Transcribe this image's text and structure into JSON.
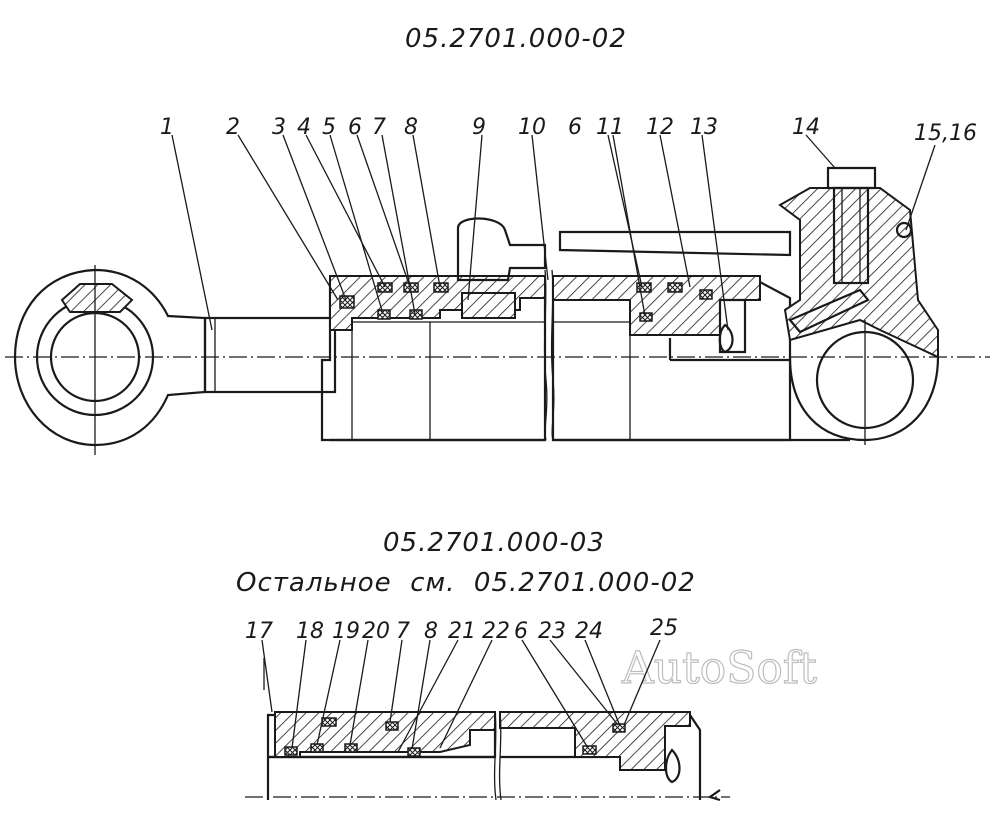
{
  "drawing": {
    "title_main": "05.2701.000-02",
    "title_variant": "05.2701.000-03",
    "note": "Остальное  см.  05.2701.000-02",
    "watermark": "AutoSoft"
  },
  "upper_callouts": [
    "1",
    "2",
    "3",
    "4",
    "5",
    "6",
    "7",
    "8",
    "9",
    "10",
    "6",
    "11",
    "12",
    "13",
    "14",
    "15,16"
  ],
  "lower_callouts": [
    "17",
    "18",
    "19",
    "20",
    "7",
    "8",
    "21",
    "22",
    "6",
    "23",
    "24",
    "25"
  ]
}
